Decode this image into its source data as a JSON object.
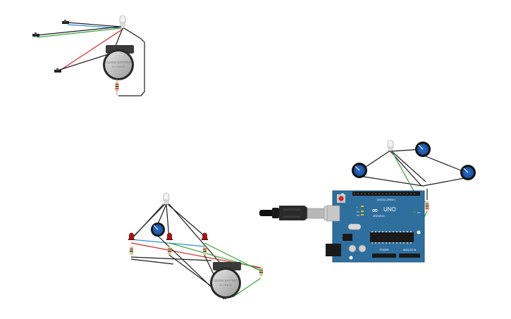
{
  "canvas": {
    "background": "#ffffff",
    "wire_colors": {
      "black": "#1c1c1c",
      "red": "#d42323",
      "green": "#3aa13a",
      "blue": "#2d8fd6"
    }
  },
  "circuit_top": {
    "battery_label_1": "CR2032 BATTERY",
    "battery_label_2": "3V  CR2032",
    "components": [
      "rgb-led",
      "coin-cell-battery",
      "slide-switch",
      "slide-switch",
      "slide-switch",
      "resistor"
    ]
  },
  "circuit_bottom_left": {
    "battery_label_1": "CR2032 BATTERY",
    "battery_label_2": "3V  CR2032",
    "components": [
      "rgb-led",
      "potentiometer",
      "red-led",
      "red-led",
      "red-led",
      "resistor",
      "resistor",
      "resistor",
      "resistor",
      "coin-cell-battery"
    ]
  },
  "arduino": {
    "brand": "ARDUINO",
    "model": "UNO",
    "header_digital": "DIGITAL (PWM~)",
    "header_power": "POWER",
    "header_analog": "ANALOG IN",
    "label_tx": "TX",
    "label_rx": "RX",
    "label_l": "L",
    "label_on": "ON",
    "board_color": "#2f6f9e",
    "components": [
      "usb-cable",
      "rgb-led",
      "potentiometer",
      "potentiometer",
      "potentiometer",
      "resistor"
    ]
  }
}
